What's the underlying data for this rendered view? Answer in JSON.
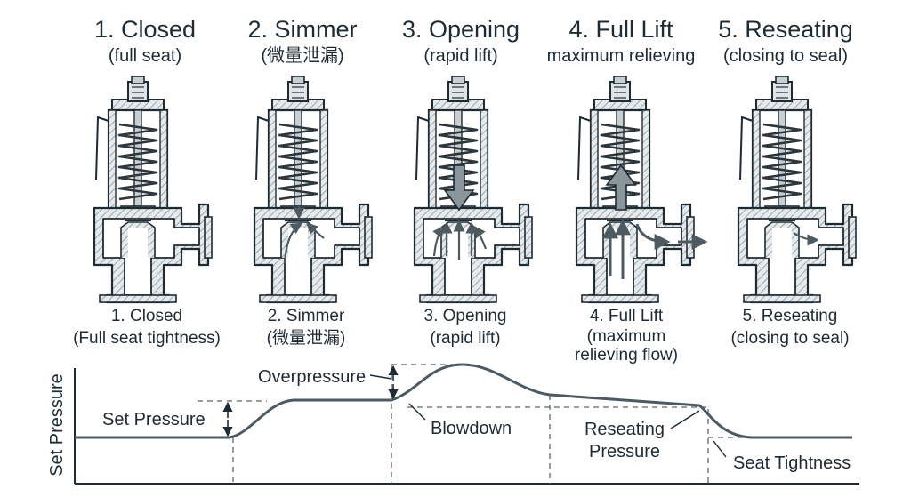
{
  "stages": [
    {
      "title": "1. Closed",
      "subtitle": "(full seat)",
      "caption": [
        "1. Closed",
        "(Full seat tightness)"
      ]
    },
    {
      "title": "2. Simmer",
      "subtitle": "(微量泄漏)",
      "caption": [
        "2. Simmer",
        "(微量泄漏)"
      ]
    },
    {
      "title": "3. Opening",
      "subtitle": "(rapid lift)",
      "caption": [
        "3. Opening",
        "(rapid lift)"
      ]
    },
    {
      "title": "4. Full Lift",
      "subtitle": "maximum relieving",
      "caption": [
        "4. Full Lift",
        "(maximum",
        "relieving flow)"
      ]
    },
    {
      "title": "5. Reseating",
      "subtitle": "(closing to seal)",
      "caption": [
        "5. Reseating",
        "(closing to seal)"
      ]
    }
  ],
  "graph": {
    "axis_label": "Set Pressure",
    "labels": {
      "set_pressure": "Set Pressure",
      "overpressure": "Overpressure",
      "blowdown": "Blowdown",
      "reseating_pressure": [
        "Reseating",
        "Pressure"
      ],
      "seat_tightness": "Seat Tightness"
    }
  },
  "colors": {
    "ink": "#1f2b33",
    "steel": "#5a6770",
    "hatch": "#8a959c",
    "spring": "#2b353c",
    "curve": "#4d5a62"
  }
}
